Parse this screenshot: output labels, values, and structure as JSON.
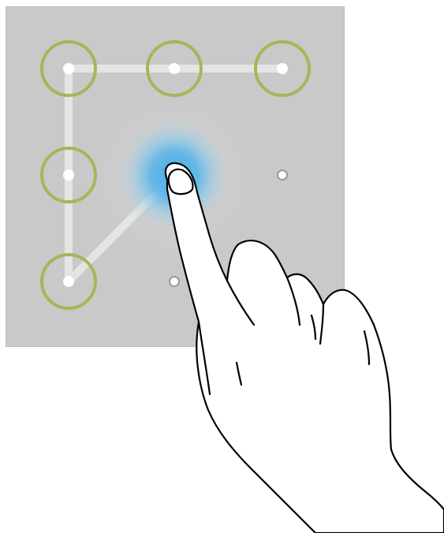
{
  "pattern": {
    "grid": [
      3,
      3
    ],
    "selected_sequence": [
      3,
      2,
      1,
      4,
      7,
      5
    ],
    "active_dot": 5,
    "colors": {
      "panel": "#c9c9c9",
      "trail": "#e4e4e4",
      "ring": "#a7b55a",
      "dot": "#ffffff",
      "glow": "#3fa9e6",
      "hand_outline": "#000000",
      "hand_fill": "#ffffff"
    }
  },
  "icons": {
    "hand": "pointing-hand-icon"
  }
}
